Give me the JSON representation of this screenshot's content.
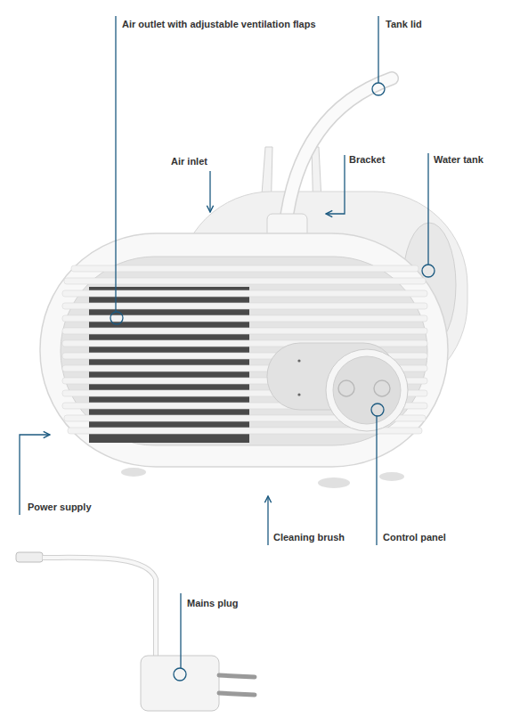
{
  "diagram": {
    "labels": [
      "Air outlet with adjustable ventilation flaps",
      "Tank lid",
      "Air inlet",
      "Bracket",
      "Water tank",
      "Power supply",
      "Cleaning brush",
      "Control panel",
      "Mains plug"
    ]
  }
}
